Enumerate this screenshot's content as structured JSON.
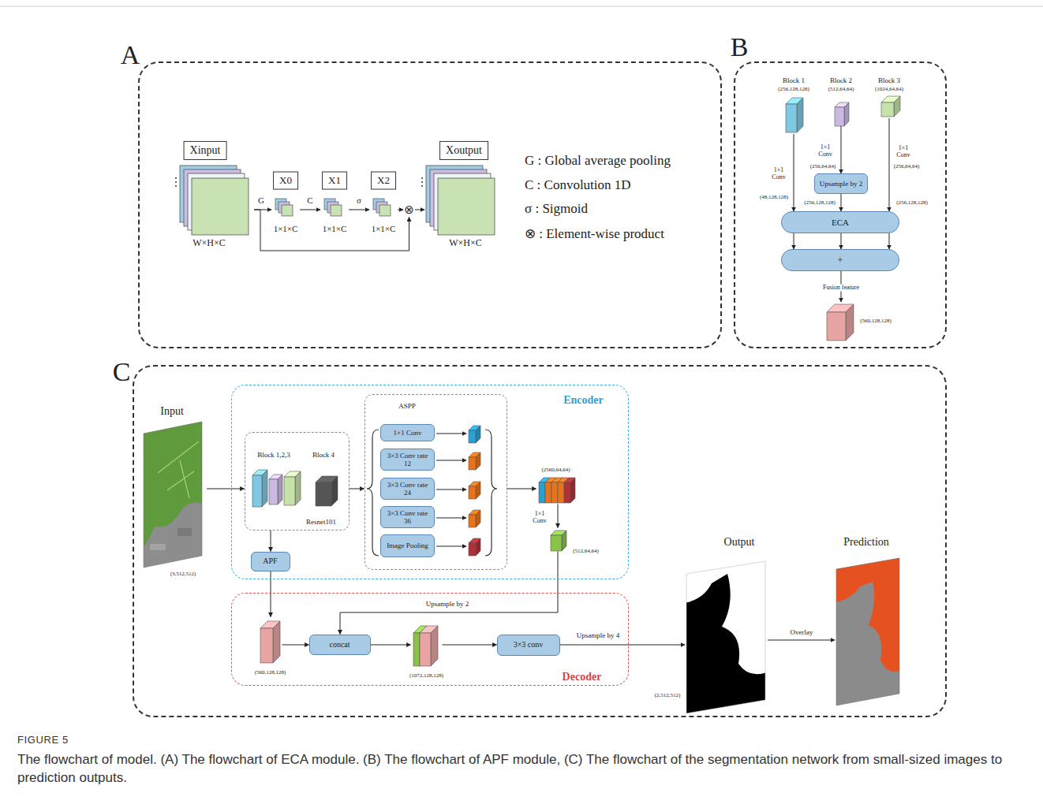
{
  "diagram": {
    "title": "FIGURE 5",
    "caption": "The flowchart of model. (A) The flowchart of ECA module. (B) The flowchart of APF module, (C) The flowchart of the segmentation network from small-sized images to prediction outputs.",
    "nodes": [
      {
        "text": [
          "A"
        ]
      },
      {
        "text": [
          "Xinput",
          "W×H×C"
        ],
        "in": 0
      },
      {
        "text": [
          "X0",
          "1×1×C"
        ],
        "in": 0
      },
      {
        "text": [
          "X1",
          "1×1×C"
        ],
        "in": 0
      },
      {
        "text": [
          "X2",
          "1×1×C"
        ],
        "in": 0
      },
      {
        "text": [
          "⊗"
        ],
        "in": 0
      },
      {
        "text": [
          "Xoutput",
          "W×H×C"
        ],
        "in": 0
      },
      {
        "text": [
          "B"
        ]
      },
      {
        "text": [
          "Block 1",
          "(256,128,128)"
        ],
        "in": 7
      },
      {
        "text": [
          "Block 2",
          "(512,64,64)"
        ],
        "in": 7
      },
      {
        "text": [
          "Block 3",
          "(1024,64,64)"
        ],
        "in": 7
      },
      {
        "text": [
          "Upsample by 2"
        ],
        "in": 7
      },
      {
        "text": [
          "ECA"
        ],
        "in": 7
      },
      {
        "text": [
          "+"
        ],
        "in": 7
      },
      {
        "text": [
          "(560,128,128)"
        ],
        "in": 7
      },
      {
        "text": [
          "C"
        ]
      },
      {
        "text": [
          "Input",
          "(3,512,512)"
        ],
        "in": 15
      },
      {
        "text": [
          "Encoder"
        ],
        "in": 15
      },
      {
        "text": [
          "Block 1,2,3",
          "Block 4",
          "Resnet101"
        ],
        "in": 17
      },
      {
        "text": [
          "ASPP"
        ],
        "in": 17
      },
      {
        "text": [
          "1×1 Conv"
        ],
        "in": 19
      },
      {
        "text": [
          "3×3 Conv rate 12"
        ],
        "in": 19
      },
      {
        "text": [
          "3×3 Conv rate 24"
        ],
        "in": 19
      },
      {
        "text": [
          "3×3 Conv rate 36"
        ],
        "in": 19
      },
      {
        "text": [
          "Image Pooling"
        ],
        "in": 19
      },
      {
        "text": [
          "(2560,64,64)"
        ],
        "in": 17
      },
      {
        "text": [
          "(512,64,64)"
        ],
        "in": 17
      },
      {
        "text": [
          "APF"
        ],
        "in": 17
      },
      {
        "text": [
          "Decoder"
        ],
        "in": 15
      },
      {
        "text": [
          "(560,128,128)"
        ],
        "in": 28
      },
      {
        "text": [
          "concat"
        ],
        "in": 28
      },
      {
        "text": [
          "(1072,128,128)"
        ],
        "in": 28
      },
      {
        "text": [
          "3×3 conv"
        ],
        "in": 28
      },
      {
        "text": [
          "Output",
          "(2,512,512)"
        ],
        "in": 15
      },
      {
        "text": [
          "Prediction"
        ],
        "in": 15
      }
    ],
    "edges": [
      {
        "from": 1,
        "to": 2,
        "label": "G",
        "arrow": "to"
      },
      {
        "from": 2,
        "to": 3,
        "label": "C",
        "arrow": "to"
      },
      {
        "from": 3,
        "to": 4,
        "label": "σ",
        "arrow": "to"
      },
      {
        "from": 4,
        "to": 5,
        "arrow": "to"
      },
      {
        "from": 5,
        "to": 6,
        "arrow": "to"
      },
      {
        "from": 1,
        "to": 5,
        "arrow": "to"
      },
      {
        "from": 8,
        "to": 12,
        "label": "1×1 Conv",
        "arrow": "to"
      },
      {
        "from": 9,
        "to": 11,
        "label": "1×1 Conv",
        "arrow": "to"
      },
      {
        "from": 10,
        "to": 12,
        "label": "1×1 Conv",
        "arrow": "to"
      },
      {
        "from": 11,
        "to": 12,
        "arrow": "to"
      },
      {
        "from": 12,
        "to": 13,
        "arrow": "to"
      },
      {
        "from": 12,
        "to": 13,
        "arrow": "to"
      },
      {
        "from": 12,
        "to": 13,
        "arrow": "to"
      },
      {
        "from": 13,
        "to": 14,
        "label": "Fusion feature",
        "arrow": "to"
      },
      {
        "from": 16,
        "to": 18,
        "arrow": "to"
      },
      {
        "from": 18,
        "to": 19,
        "arrow": "to"
      },
      {
        "from": 19,
        "to": 25,
        "arrow": "to"
      },
      {
        "from": 25,
        "to": 26,
        "label": "1×1 Conv",
        "arrow": "to"
      },
      {
        "from": 18,
        "to": 27,
        "arrow": "to"
      },
      {
        "from": 27,
        "to": 29,
        "arrow": "to"
      },
      {
        "from": 26,
        "to": 30,
        "label": "Upsample by 2",
        "arrow": "to"
      },
      {
        "from": 29,
        "to": 30,
        "arrow": "to"
      },
      {
        "from": 30,
        "to": 31,
        "arrow": "to"
      },
      {
        "from": 31,
        "to": 32,
        "arrow": "to"
      },
      {
        "from": 32,
        "to": 33,
        "label": "Upsample by 4",
        "arrow": "to"
      },
      {
        "from": 33,
        "to": 34,
        "label": "Overlay",
        "arrow": "to"
      }
    ],
    "labels": [
      "(48,128,128)",
      "(256,64,64)",
      "(256,64,64)",
      "(256,128,128)",
      "(256,128,128)"
    ],
    "legend": [
      {
        "text": "G : Global average pooling"
      },
      {
        "text": "C : Convolution 1D"
      },
      {
        "text": "σ : Sigmoid"
      },
      {
        "text": "⊗ : Element-wise product"
      }
    ]
  }
}
